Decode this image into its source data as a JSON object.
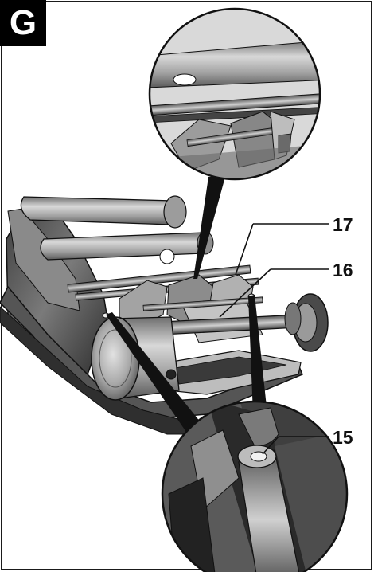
{
  "figure": {
    "letter": "G"
  },
  "callouts": [
    {
      "id": "c17",
      "label": "17"
    },
    {
      "id": "c16",
      "label": "16"
    },
    {
      "id": "c15",
      "label": "15"
    }
  ],
  "colors": {
    "ink": "#111111",
    "metal_dark": "#6f6f6f",
    "metal_mid": "#9a9a9a",
    "metal_light": "#c9c9c9",
    "body_dark": "#4a4a4a",
    "background": "#ffffff"
  },
  "icons": {
    "figure_badge": "square-letter-badge",
    "detail_top": "magnifier-circle-detail",
    "detail_bottom": "magnifier-circle-detail"
  }
}
